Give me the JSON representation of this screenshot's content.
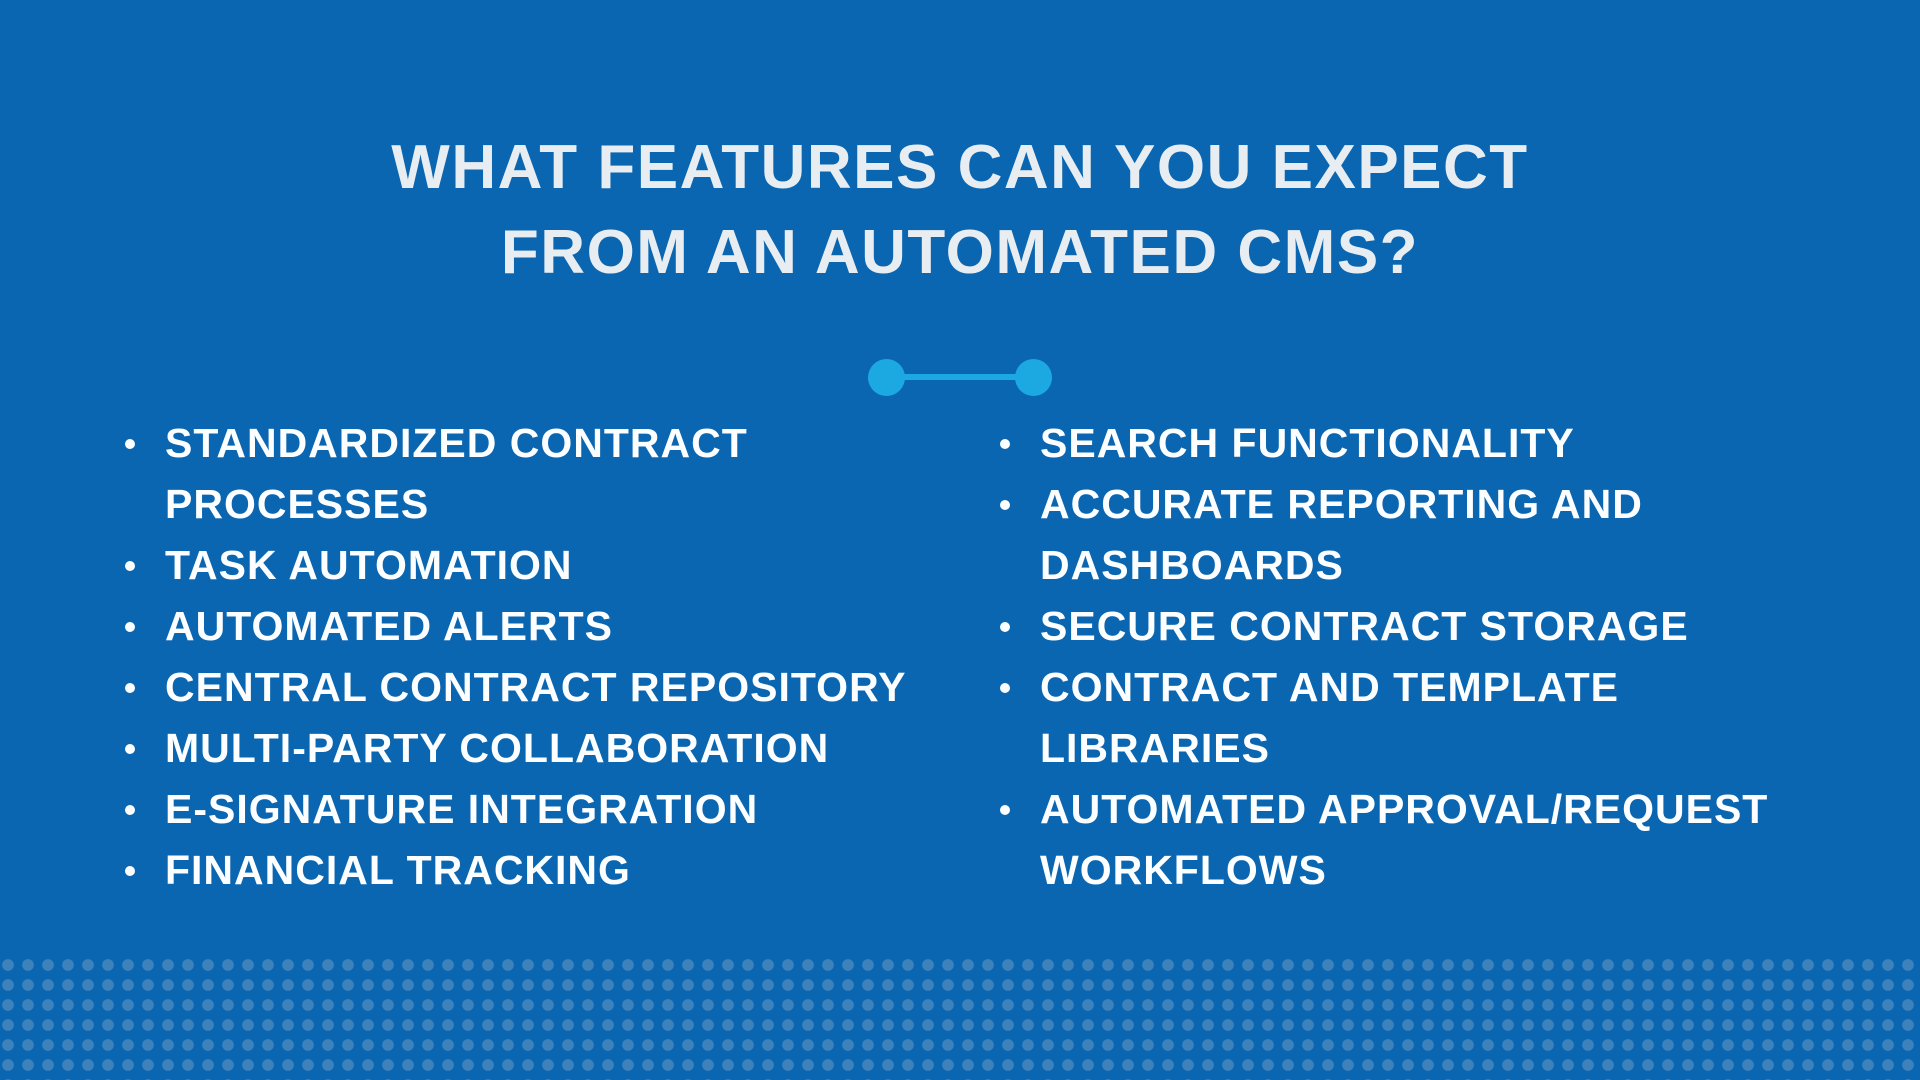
{
  "slide": {
    "title": {
      "lines": [
        "WHAT FEATURES CAN YOU EXPECT",
        "FROM AN AUTOMATED CMS?"
      ]
    },
    "divider": {
      "icon": "dot-line-dot-connector"
    },
    "features": {
      "left": [
        "STANDARDIZED CONTRACT PROCESSES",
        "TASK AUTOMATION",
        "AUTOMATED ALERTS",
        "CENTRAL CONTRACT REPOSITORY",
        "MULTI-PARTY COLLABORATION",
        "E-SIGNATURE INTEGRATION",
        "FINANCIAL TRACKING"
      ],
      "right": [
        "SEARCH FUNCTIONALITY",
        "ACCURATE REPORTING AND DASHBOARDS",
        "SECURE CONTRACT STORAGE",
        "CONTRACT AND TEMPLATE LIBRARIES",
        "AUTOMATED APPROVAL/REQUEST WORKFLOWS"
      ],
      "bullet_icon": "dot"
    },
    "footer": {
      "pattern_icon": "dot-grid"
    },
    "colors": {
      "background": "#0A66B1",
      "accent": "#1CA8E1",
      "title_text": "#E8EDF2",
      "body_text": "#FDFEFF",
      "pattern_dot": "#3E82BC"
    }
  }
}
